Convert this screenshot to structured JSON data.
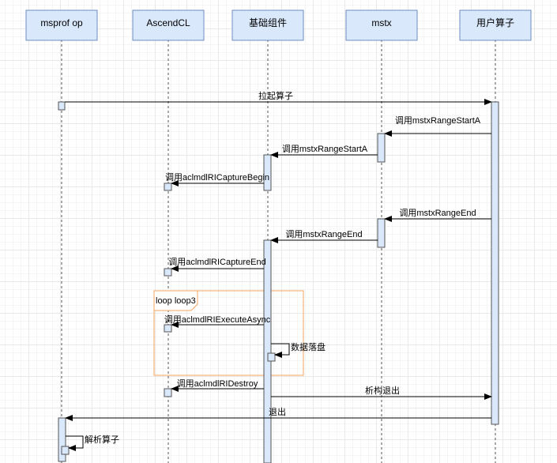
{
  "participants": [
    {
      "id": "msprof",
      "label": "msprof op"
    },
    {
      "id": "acl",
      "label": "AscendCL"
    },
    {
      "id": "base",
      "label": "基础组件"
    },
    {
      "id": "mstx",
      "label": "mstx"
    },
    {
      "id": "user",
      "label": "用户算子"
    }
  ],
  "messages": [
    {
      "id": "m1",
      "label": "拉起算子",
      "from": "msprof",
      "to": "user"
    },
    {
      "id": "m2",
      "label": "调用mstxRangeStartA",
      "from": "user",
      "to": "mstx"
    },
    {
      "id": "m3",
      "label": "调用mstxRangeStartA",
      "from": "mstx",
      "to": "base"
    },
    {
      "id": "m4",
      "label": "调用aclmdlRICaptureBegin",
      "from": "base",
      "to": "acl"
    },
    {
      "id": "m5",
      "label": "调用mstxRangeEnd",
      "from": "user",
      "to": "mstx"
    },
    {
      "id": "m6",
      "label": "调用mstxRangeEnd",
      "from": "mstx",
      "to": "base"
    },
    {
      "id": "m7",
      "label": "调用aclmdlRICaptureEnd",
      "from": "base",
      "to": "acl"
    },
    {
      "id": "m8",
      "label": "调用aclmdlRIExecuteAsync",
      "from": "base",
      "to": "acl"
    },
    {
      "id": "m9",
      "label": "数据落盘",
      "from": "base",
      "to": "base"
    },
    {
      "id": "m10",
      "label": "调用aclmdlRIDestroy",
      "from": "base",
      "to": "acl"
    },
    {
      "id": "m11",
      "label": "析构退出",
      "from": "base",
      "to": "user"
    },
    {
      "id": "m12",
      "label": "退出",
      "from": "user",
      "to": "msprof"
    },
    {
      "id": "m13",
      "label": "解析算子",
      "from": "msprof",
      "to": "msprof"
    }
  ],
  "loop": {
    "label": "loop loop3"
  },
  "colors": {
    "participant_fill": "#dae8fc",
    "participant_stroke": "#6c8ebf",
    "loop_frame": "#f7a55e"
  }
}
